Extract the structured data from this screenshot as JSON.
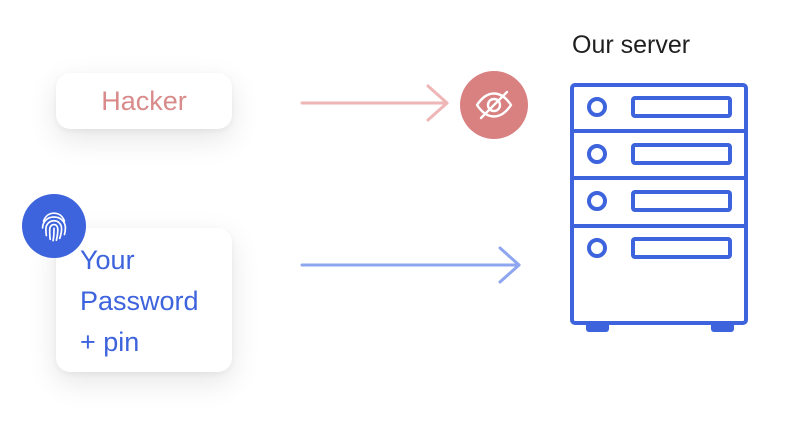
{
  "hacker": {
    "label": "Hacker",
    "icon": "eye-slash-icon",
    "color": "#d98080"
  },
  "user": {
    "label": "Your\nPassword\n+ pin",
    "icon": "fingerprint-icon",
    "color": "#3d63dd"
  },
  "server": {
    "title": "Our server",
    "icon": "server-rack-icon",
    "color": "#3d63dd"
  }
}
